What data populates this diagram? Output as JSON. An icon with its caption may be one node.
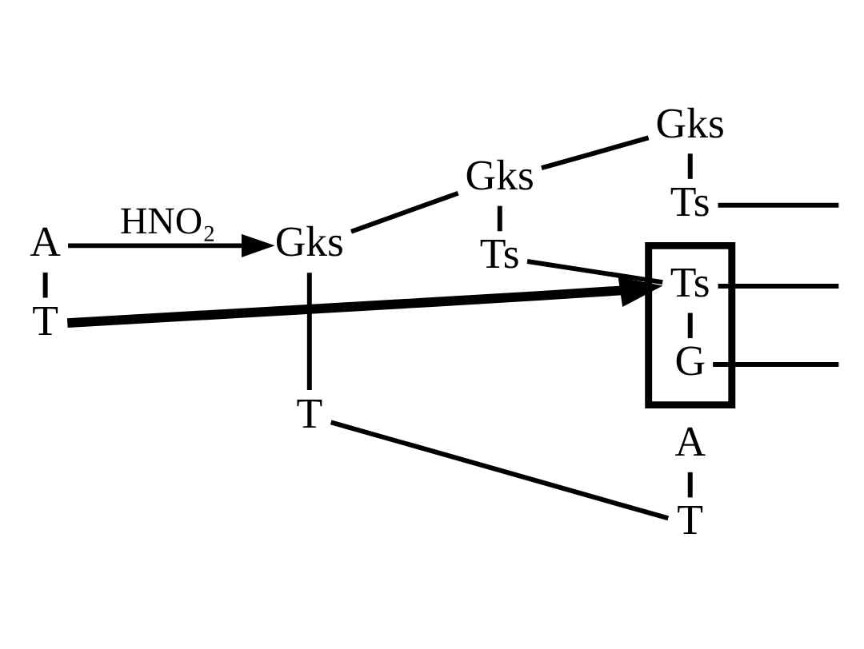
{
  "diagram": {
    "nodes": [
      {
        "text": [
          "A"
        ]
      },
      {
        "text": [
          "T"
        ]
      },
      {
        "text": [
          "Gks"
        ]
      },
      {
        "text": [
          "T"
        ]
      },
      {
        "text": [
          "Gks"
        ]
      },
      {
        "text": [
          "Ts"
        ]
      },
      {
        "text": [
          "Gks"
        ]
      },
      {
        "text": [
          "Ts"
        ]
      },
      {
        "text": [],
        "shape": "box"
      },
      {
        "text": [
          "G"
        ],
        "in": 8
      },
      {
        "text": [
          "Ts"
        ],
        "in": 8
      },
      {
        "text": [
          "A"
        ]
      },
      {
        "text": [
          "T"
        ]
      }
    ],
    "edges": [
      {
        "from": 0,
        "to": 1,
        "arrow": "none"
      },
      {
        "from": 0,
        "to": 2,
        "arrow": "to",
        "label": "HNO₂"
      },
      {
        "from": 2,
        "to": 3,
        "arrow": "none"
      },
      {
        "from": 2,
        "to": 4,
        "arrow": "none"
      },
      {
        "from": 4,
        "to": 5,
        "arrow": "none"
      },
      {
        "from": 4,
        "to": 6,
        "arrow": "none"
      },
      {
        "from": 6,
        "to": 7,
        "arrow": "none"
      },
      {
        "from": 7,
        "to": null,
        "arrow": "none"
      },
      {
        "from": 5,
        "to": 10,
        "arrow": "none"
      },
      {
        "from": 9,
        "to": 10,
        "arrow": "none"
      },
      {
        "from": 9,
        "to": null,
        "arrow": "none"
      },
      {
        "from": 10,
        "to": null,
        "arrow": "none"
      },
      {
        "from": 3,
        "to": 12,
        "arrow": "none"
      },
      {
        "from": 11,
        "to": 12,
        "arrow": "none"
      },
      {
        "from": 1,
        "to": 8,
        "arrow": "to",
        "style": "thick"
      }
    ]
  }
}
